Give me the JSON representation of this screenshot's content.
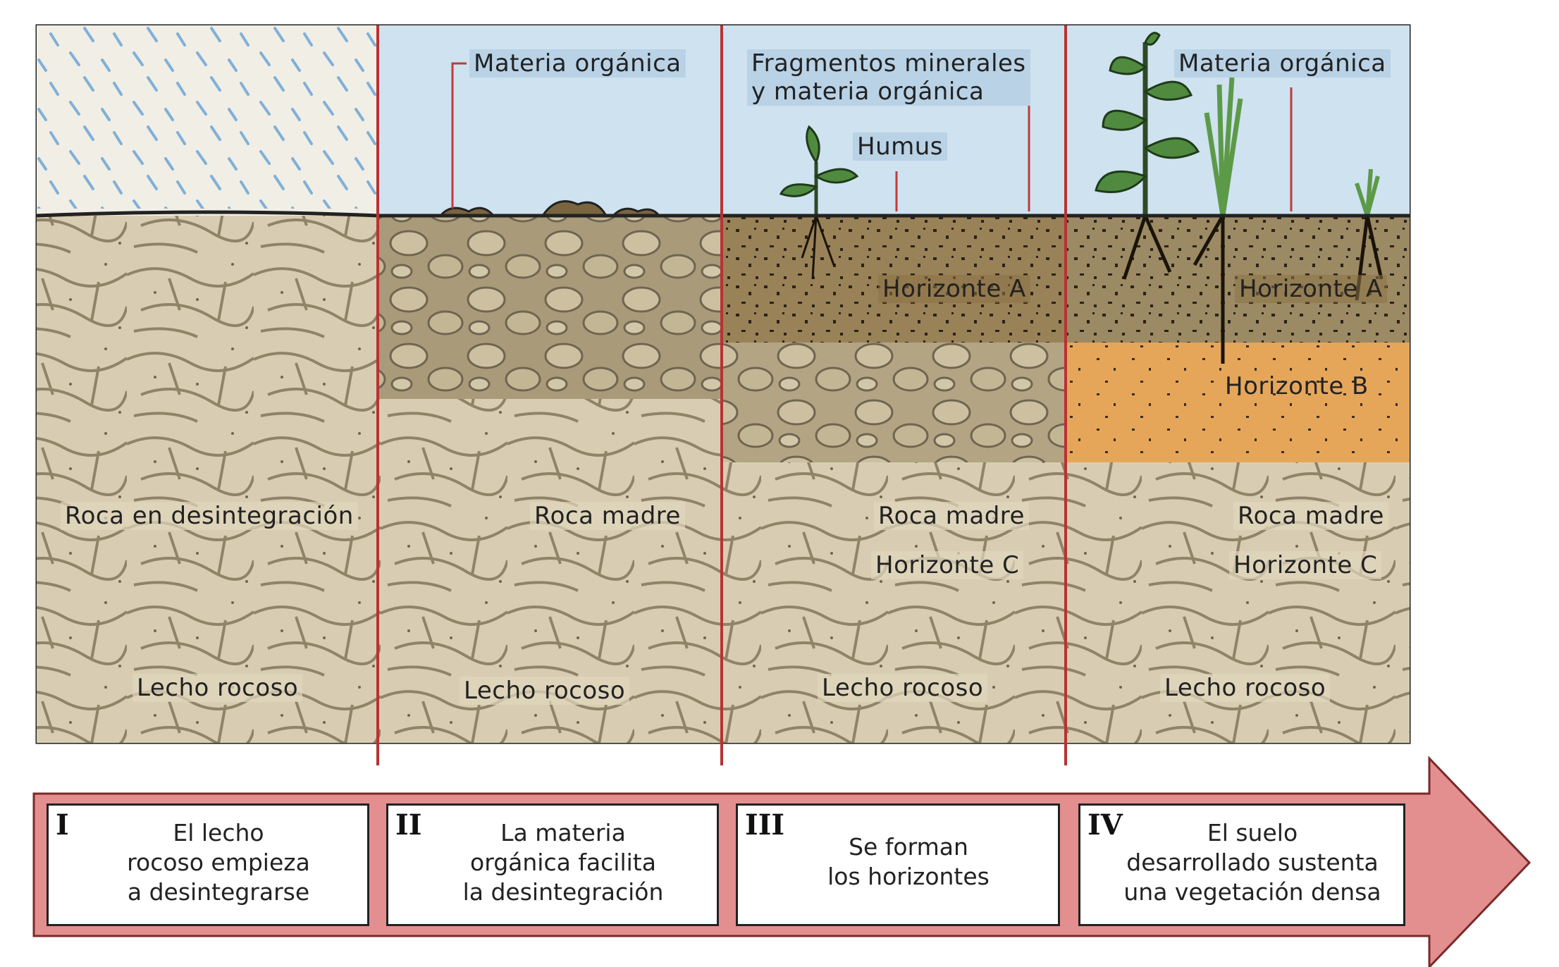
{
  "colors": {
    "sky": "#cfe2f0",
    "rock": "#d8cdb3",
    "rock_crack": "#8f8368",
    "humus": "#7a6540",
    "horizon_b": "#e6a65a",
    "divider": "#b83232",
    "arrow": "#e48f8f",
    "label_bg": "#b9d2e6"
  },
  "panels": [
    {
      "labels": {
        "rock_disintegration": "Roca en desintegración",
        "bedrock": "Lecho rocoso"
      }
    },
    {
      "labels": {
        "organic_matter": "Materia orgánica",
        "parent_rock": "Roca madre",
        "bedrock": "Lecho rocoso"
      }
    },
    {
      "labels": {
        "mineral_fragments": "Fragmentos minerales\ny materia orgánica",
        "humus": "Humus",
        "horizon_a": "Horizonte A",
        "parent_rock": "Roca madre",
        "horizon_c": "Horizonte C",
        "bedrock": "Lecho rocoso"
      }
    },
    {
      "labels": {
        "organic_matter": "Materia orgánica",
        "horizon_a": "Horizonte A",
        "horizon_b": "Horizonte B",
        "parent_rock": "Roca madre",
        "horizon_c": "Horizonte C",
        "bedrock": "Lecho rocoso"
      }
    }
  ],
  "stages": [
    {
      "numeral": "I",
      "text": "El lecho\nrocoso empieza\na desintegrarse"
    },
    {
      "numeral": "II",
      "text": "La materia\norgánica facilita\nla desintegración"
    },
    {
      "numeral": "III",
      "text": "Se forman\nlos horizontes"
    },
    {
      "numeral": "IV",
      "text": "El suelo\ndesarrollado sustenta\nuna vegetación densa"
    }
  ]
}
